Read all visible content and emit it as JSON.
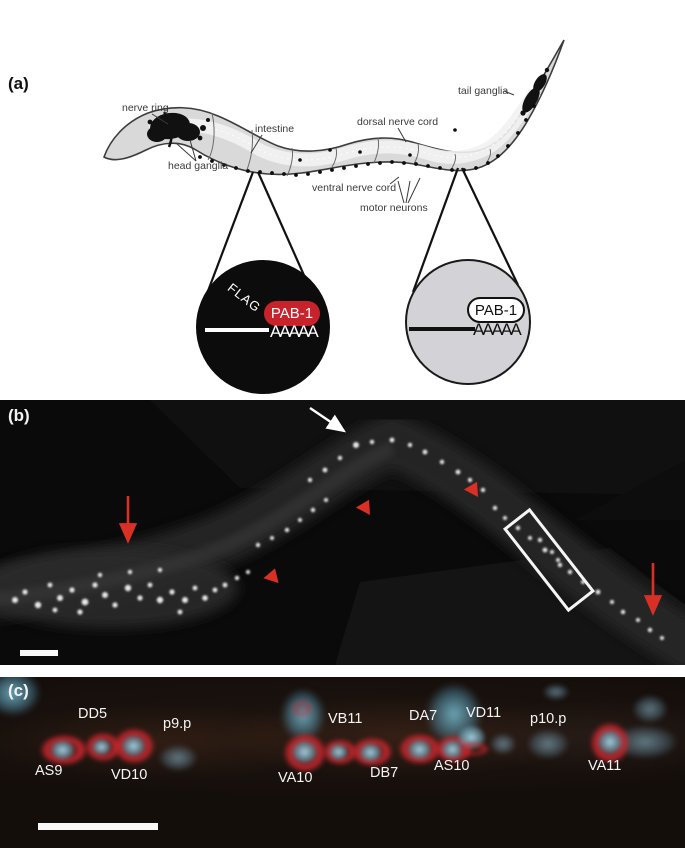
{
  "panel_a": {
    "label": "(a)",
    "anatomy": {
      "nerve_ring": "nerve ring",
      "head_ganglia": "head ganglia",
      "intestine": "intestine",
      "dorsal_nerve_cord": "dorsal nerve cord",
      "ventral_nerve_cord": "ventral nerve cord",
      "motor_neurons": "motor neurons",
      "tail_ganglia": "tail ganglia"
    },
    "inset_transgenic": {
      "tag": "FLAG",
      "protein": "PAB-1",
      "poly_a_tail": "AAAAA"
    },
    "inset_endogenous": {
      "protein": "PAB-1",
      "poly_a_tail": "AAAAA"
    },
    "colors": {
      "pab1_red": "#c8232b",
      "inset_dark": "#0c0c0c",
      "inset_gray": "#d3d3d7"
    }
  },
  "panel_b": {
    "label": "(b)",
    "colors": {
      "annotation_red": "#d93025",
      "annotation_white": "#ffffff"
    }
  },
  "panel_c": {
    "label": "(c)",
    "labels_top": [
      "DD5",
      "p9.p",
      "VB11",
      "DA7",
      "VD11",
      "p10.p"
    ],
    "labels_bottom": [
      "AS9",
      "VD10",
      "VA10",
      "DB7",
      "AS10",
      "VA11"
    ],
    "colors": {
      "marker_red": "#c5252d",
      "nucleus_cyan": "#7fb9cc"
    }
  }
}
